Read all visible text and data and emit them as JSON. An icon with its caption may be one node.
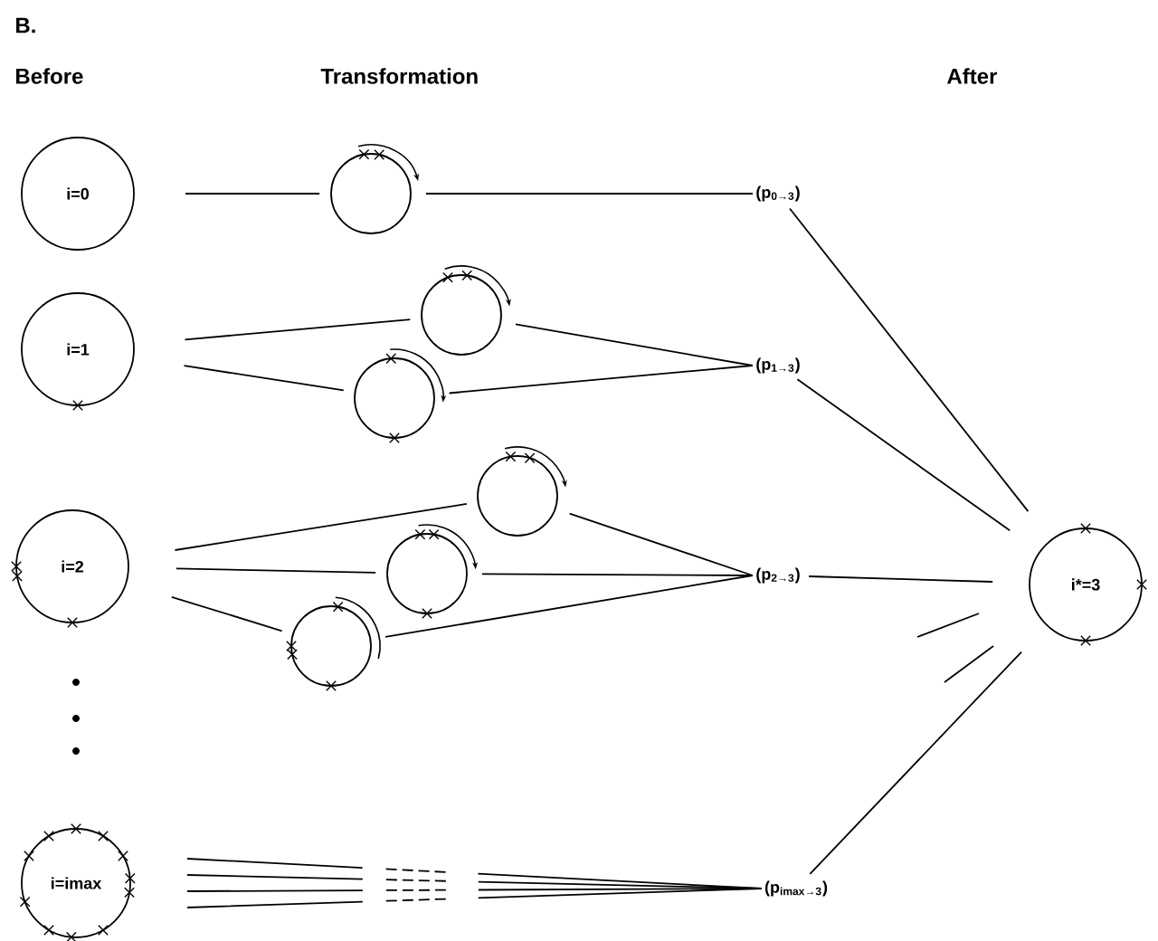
{
  "diagram": {
    "nodes": [
      {
        "text": [
          "i=0"
        ]
      },
      {
        "text": [
          "i=1"
        ]
      },
      {
        "text": [
          "i=2"
        ]
      },
      {
        "text": [
          "i=imax"
        ]
      },
      {
        "text": [],
        "shape": "circle"
      },
      {
        "text": [],
        "shape": "circle"
      },
      {
        "text": [],
        "shape": "circle"
      },
      {
        "text": [],
        "shape": "circle"
      },
      {
        "text": [],
        "shape": "circle"
      },
      {
        "text": [],
        "shape": "circle"
      },
      {
        "text": [
          "(p$_{0→3}$)"
        ]
      },
      {
        "text": [
          "(p$_{1→3}$)"
        ]
      },
      {
        "text": [
          "(p$_{2→3}$)"
        ]
      },
      {
        "text": [
          "(p$_{imax→3}$)"
        ]
      },
      {
        "text": [
          "i*=3"
        ]
      }
    ],
    "edges": [
      {
        "from": 0,
        "to": 4,
        "arrow": "none"
      },
      {
        "from": 4,
        "to": 10,
        "arrow": "none"
      },
      {
        "from": 1,
        "to": 5,
        "arrow": "none"
      },
      {
        "from": 1,
        "to": 6,
        "arrow": "none"
      },
      {
        "from": 5,
        "to": 11,
        "arrow": "none"
      },
      {
        "from": 6,
        "to": 11,
        "arrow": "none"
      },
      {
        "from": 2,
        "to": 7,
        "arrow": "none"
      },
      {
        "from": 2,
        "to": 8,
        "arrow": "none"
      },
      {
        "from": 2,
        "to": 9,
        "arrow": "none"
      },
      {
        "from": 7,
        "to": 12,
        "arrow": "none"
      },
      {
        "from": 8,
        "to": 12,
        "arrow": "none"
      },
      {
        "from": 9,
        "to": 12,
        "arrow": "none"
      },
      {
        "from": 3,
        "to": 13,
        "arrow": "none",
        "style": "dashed"
      },
      {
        "from": 3,
        "to": 13,
        "arrow": "none",
        "style": "dashed"
      },
      {
        "from": 3,
        "to": 13,
        "arrow": "none",
        "style": "dashed"
      },
      {
        "from": 3,
        "to": 13,
        "arrow": "none",
        "style": "dashed"
      },
      {
        "from": 10,
        "to": 14,
        "arrow": "none"
      },
      {
        "from": 11,
        "to": 14,
        "arrow": "none"
      },
      {
        "from": 12,
        "to": 14,
        "arrow": "none"
      },
      {
        "from": 13,
        "to": 14,
        "arrow": "none"
      }
    ],
    "labels": [
      "B.",
      "Before",
      "Transformation",
      "After"
    ]
  }
}
